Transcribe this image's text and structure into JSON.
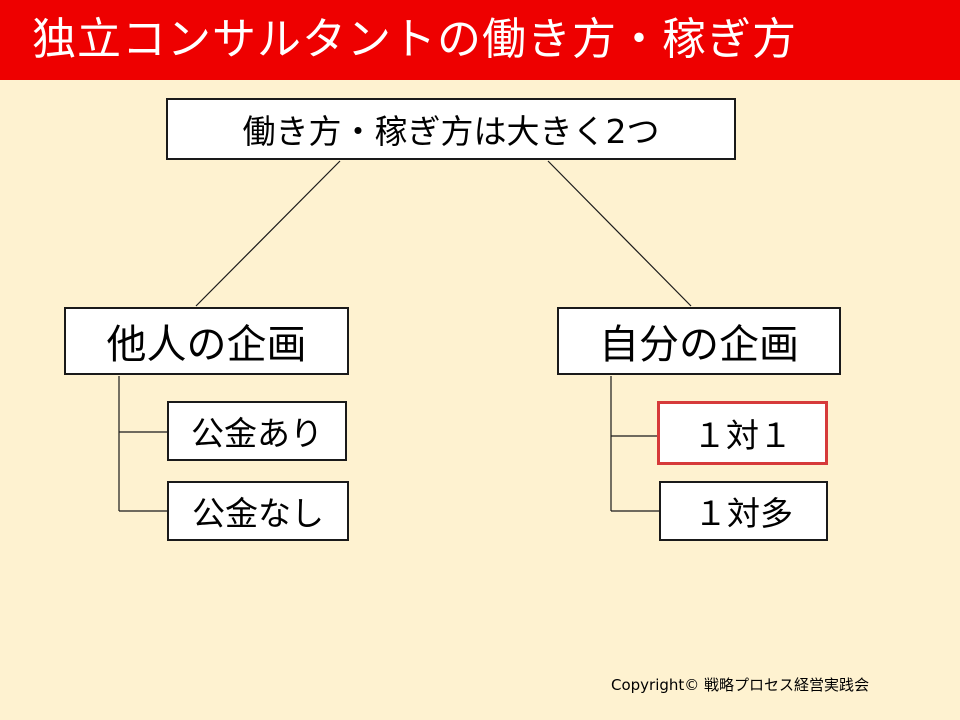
{
  "title": "独立コンサルタントの働き方・稼ぎ方",
  "diagram": {
    "root": "働き方・稼ぎ方は大きく2つ",
    "branches": [
      {
        "label": "他人の企画",
        "children": [
          "公金あり",
          "公金なし"
        ]
      },
      {
        "label": "自分の企画",
        "children": [
          "１対１",
          "１対多"
        ]
      }
    ],
    "highlighted_child": "１対１"
  },
  "footer": {
    "copyright": "Copyright© 戦略プロセス経営実践会"
  },
  "colors": {
    "background": "#fef2d0",
    "title_bar": "#ee0000",
    "title_text": "#ffffff",
    "box_fill": "#ffffff",
    "box_border": "#1a1a1a",
    "highlight_border": "#d63a3a"
  }
}
